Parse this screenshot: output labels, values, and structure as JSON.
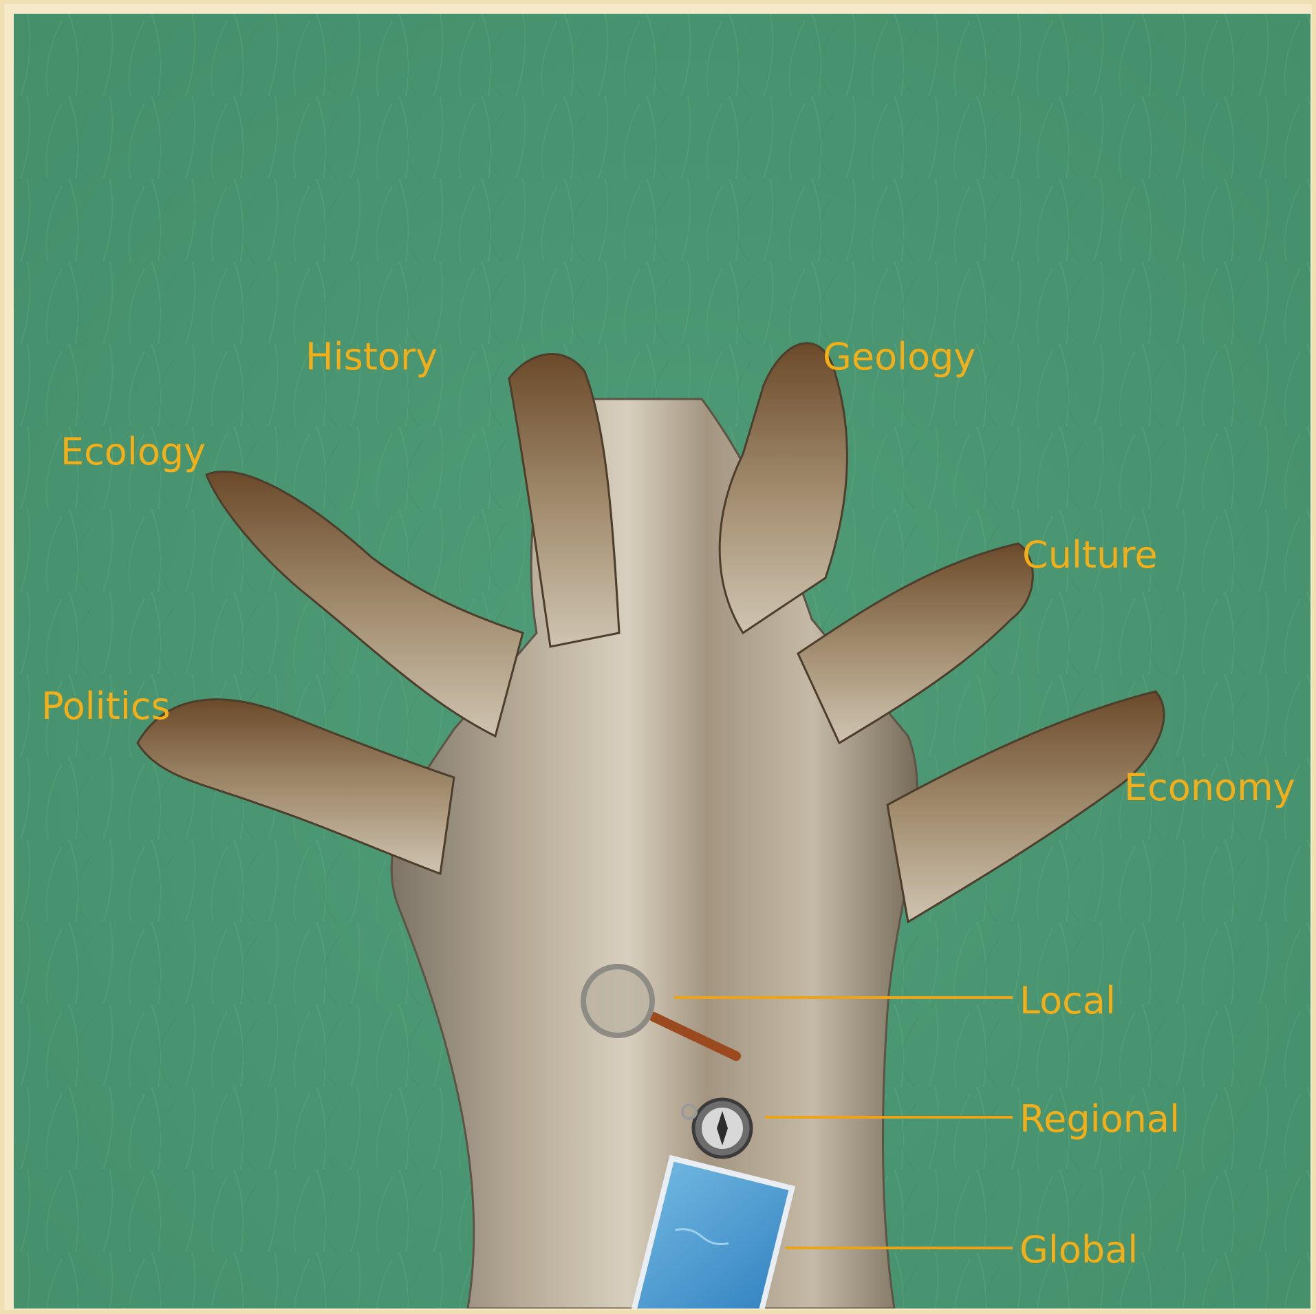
{
  "theme": {
    "background": "#4a9672",
    "label_color": "#f4ae17",
    "frame_color": "#f1dfb4"
  },
  "branches": [
    {
      "id": "history",
      "label": "History"
    },
    {
      "id": "geology",
      "label": "Geology"
    },
    {
      "id": "ecology",
      "label": "Ecology"
    },
    {
      "id": "culture",
      "label": "Culture"
    },
    {
      "id": "politics",
      "label": "Politics"
    },
    {
      "id": "economy",
      "label": "Economy"
    }
  ],
  "scales": [
    {
      "id": "local",
      "label": "Local",
      "icon": "magnifying-glass-icon"
    },
    {
      "id": "regional",
      "label": "Regional",
      "icon": "compass-icon"
    },
    {
      "id": "global",
      "label": "Global",
      "icon": "map-icon"
    }
  ]
}
